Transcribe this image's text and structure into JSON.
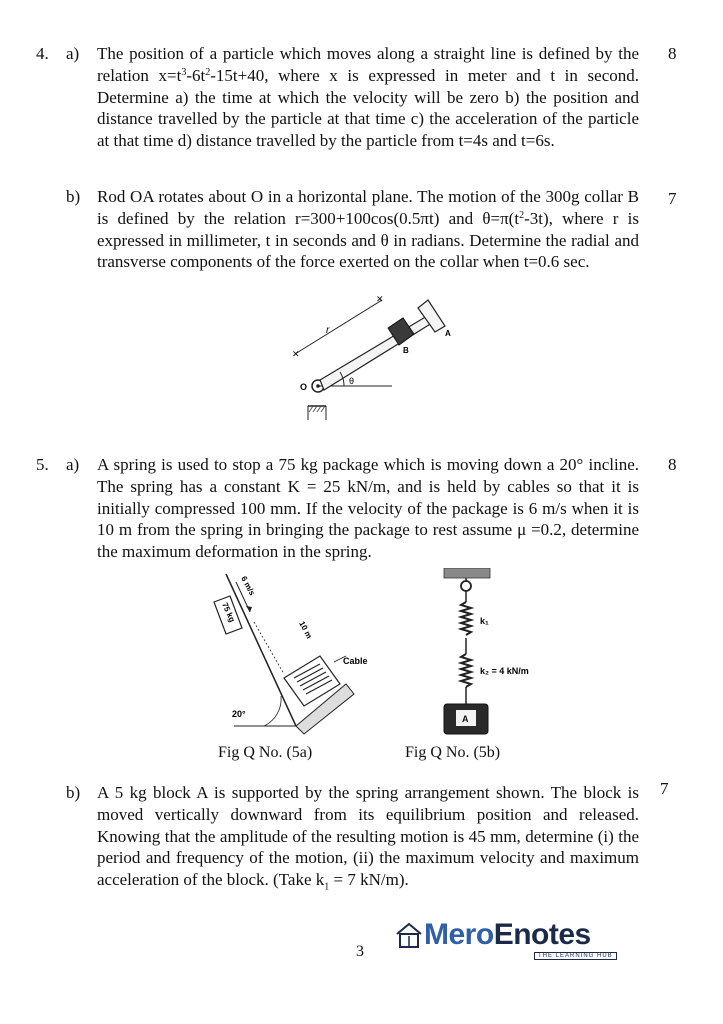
{
  "q4": {
    "number": "4.",
    "a": {
      "label": "a)",
      "marks": "8",
      "t1": "The position of a particle which moves along a straight line is defined by the relation x=t",
      "sup1": "3",
      "t2": "-6t",
      "sup2": "2",
      "t3": "-15t+40, where x is expressed in meter and t in second. Determine a) the time at which the velocity will be zero b) the position and distance travelled by the particle at that time c) the acceleration of the particle at that time d) distance travelled by the particle from t=4s and t=6s."
    },
    "b": {
      "label": "b)",
      "marks": "7",
      "t1": "Rod OA rotates about O in a horizontal plane. The motion of the 300g collar B is defined by the relation r=300+100cos(0.5πt) and θ=π(t",
      "sup1": "2",
      "t2": "-3t), where r is expressed in millimeter, t in seconds and θ in radians. Determine the radial and transverse components of the force exerted on the collar when t=0.6 sec."
    },
    "figure": {
      "label_o": "O",
      "label_b": "B",
      "label_a": "A",
      "label_r": "r",
      "label_theta": "θ"
    }
  },
  "q5": {
    "number": "5.",
    "a": {
      "label": "a)",
      "marks": "8",
      "text": "A spring is used to stop a 75 kg package which is moving down a 20° incline. The spring has a constant K = 25 kN/m, and is held by cables so that it is initially compressed 100 mm. If the velocity of the package is 6 m/s when it is 10 m from the spring in bringing the package to rest assume μ =0.2, determine the maximum deformation in the spring."
    },
    "fig5a": {
      "speed": "6 m/s",
      "mass": "75 kg",
      "distance": "10 m",
      "cable": "Cable",
      "angle": "20°",
      "caption": "Fig Q No. (5a)"
    },
    "fig5b": {
      "k1": "k₁",
      "k2": "k₂ = 4 kN/m",
      "block": "A",
      "caption": "Fig Q No. (5b)"
    },
    "b": {
      "label": "b)",
      "marks": "7",
      "t1": "A 5 kg block A is supported by the spring arrangement shown. The block is moved vertically downward from its equilibrium position and released. Knowing that the amplitude of the resulting motion is 45 mm, determine (i) the period and frequency of the motion, (ii) the maximum velocity and maximum acceleration of the block. (Take k",
      "sub1": "1",
      "t2": " = 7 kN/m)."
    }
  },
  "footer": {
    "page_number": "3",
    "logo_part1": "Mero",
    "logo_part2": "Enotes",
    "logo_tagline": "THE LEARNING HUB",
    "colors": {
      "logo_blue": "#2f5fa8",
      "logo_dark": "#1c2a4a"
    }
  }
}
